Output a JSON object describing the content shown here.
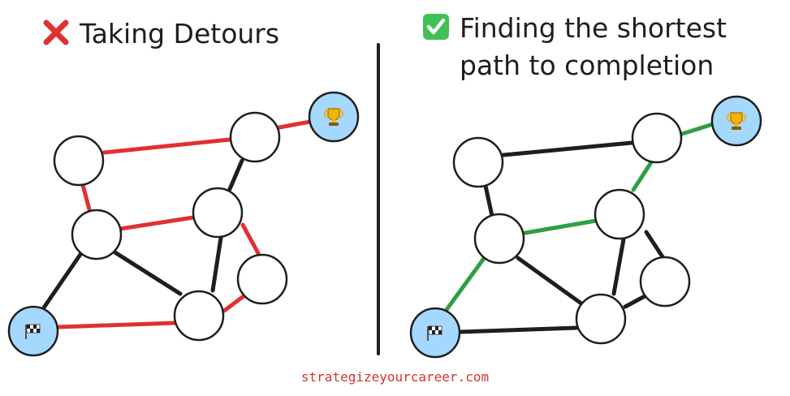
{
  "left_panel": {
    "title": "Taking Detours",
    "title_icon": "cross-mark-icon"
  },
  "right_panel": {
    "title_line1": "Finding the shortest",
    "title_line2": "path to completion",
    "title_icon": "check-mark-icon"
  },
  "node_icons": {
    "start": "checkered-flag-icon",
    "goal": "trophy-icon"
  },
  "footer": {
    "text": "strategizeyourcareer.com"
  },
  "colors": {
    "detour_edge": "#e03131",
    "shortest_edge": "#2f9e44",
    "plain_edge": "#1e1e1e",
    "endpoint_fill": "#a5d8ff",
    "divider": "#1e1e1e",
    "footer": "#d93030"
  }
}
